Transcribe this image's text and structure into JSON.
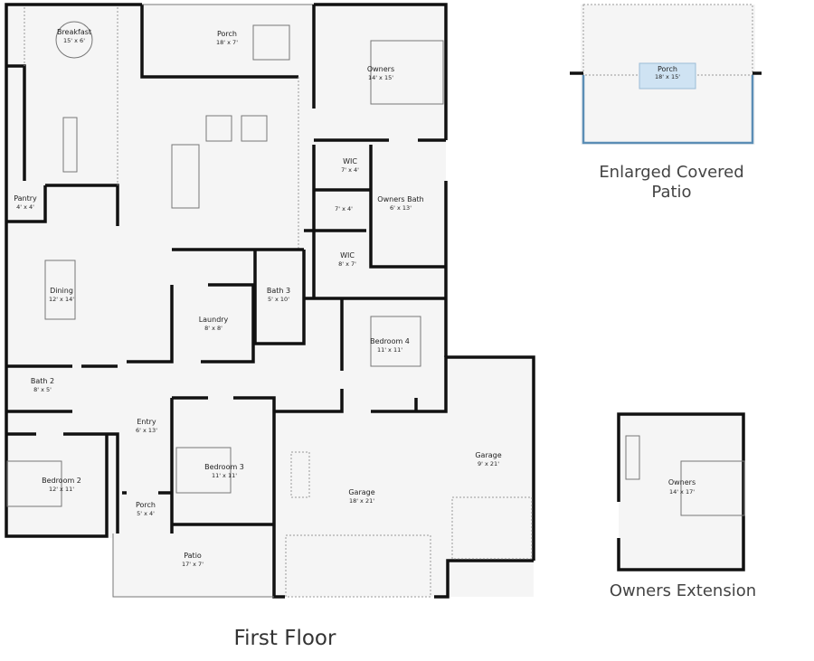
{
  "title": "First Floor",
  "rooms": [
    {
      "name": "Breakfast",
      "size": "15' x 6'"
    },
    {
      "name": "Porch",
      "size": "18' x 7'"
    },
    {
      "name": "Owners",
      "size": "14' x 15'"
    },
    {
      "name": "Pantry",
      "size": "4' x 4'"
    },
    {
      "name": "WIC",
      "size": "7' x 4'"
    },
    {
      "name": "",
      "size": "7' x 4'"
    },
    {
      "name": "Owners Bath",
      "size": "6' x 13'"
    },
    {
      "name": "WIC",
      "size": "8' x 7'"
    },
    {
      "name": "Dining",
      "size": "12' x 14'"
    },
    {
      "name": "Bath 3",
      "size": "5' x 10'"
    },
    {
      "name": "Laundry",
      "size": "8' x 8'"
    },
    {
      "name": "Bedroom 4",
      "size": "11' x 11'"
    },
    {
      "name": "Bath 2",
      "size": "8' x 5'"
    },
    {
      "name": "Entry",
      "size": "6' x 13'"
    },
    {
      "name": "Bedroom 2",
      "size": "12' x 11'"
    },
    {
      "name": "Bedroom 3",
      "size": "11' x 11'"
    },
    {
      "name": "Garage",
      "size": "9' x 21'"
    },
    {
      "name": "Garage",
      "size": "18' x 21'"
    },
    {
      "name": "Porch",
      "size": "5' x 4'"
    },
    {
      "name": "Patio",
      "size": "17' x 7'"
    }
  ],
  "options": [
    {
      "caption": "Enlarged Covered Patio",
      "room": {
        "name": "Porch",
        "size": "18' x 15'"
      },
      "accent": "#5b8db5"
    },
    {
      "caption": "Owners Extension",
      "room": {
        "name": "Owners",
        "size": "14' x 17'"
      }
    }
  ]
}
